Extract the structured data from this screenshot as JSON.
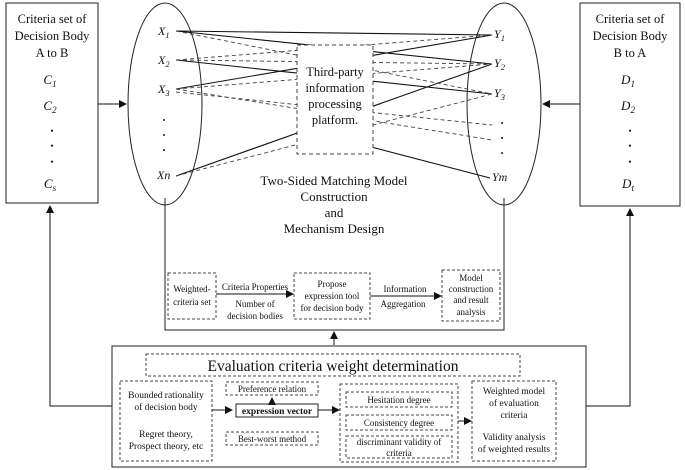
{
  "left_box": {
    "title_lines": [
      "Criteria set of",
      "Decision Body",
      "A to B"
    ],
    "items": [
      "C",
      "C",
      "C"
    ],
    "item_subs": [
      "1",
      "2",
      "s"
    ],
    "dots": [
      "•",
      "•",
      "•"
    ]
  },
  "right_box": {
    "title_lines": [
      "Criteria set of",
      "Decision Body",
      "B to A"
    ],
    "items": [
      "D",
      "D",
      "D"
    ],
    "item_subs": [
      "1",
      "2",
      "t"
    ],
    "dots": [
      "•",
      "•",
      "•"
    ]
  },
  "left_ellipse": {
    "nodes": [
      "X",
      "X",
      "X"
    ],
    "node_subs": [
      "1",
      "2",
      "3"
    ],
    "dots": [
      "•",
      "•",
      "•"
    ],
    "last": "Xn"
  },
  "right_ellipse": {
    "nodes": [
      "Y",
      "Y",
      "Y"
    ],
    "node_subs": [
      "1",
      "2",
      "3"
    ],
    "dots": [
      "•",
      "•",
      "•"
    ],
    "last": "Ym"
  },
  "platform": {
    "lines": [
      "Third-party",
      "information",
      "processing",
      "platform."
    ]
  },
  "model": {
    "title_lines": [
      "Two-Sided Matching Model",
      "Construction",
      "and",
      "Mechanism Design"
    ]
  },
  "flow": {
    "weighted_set": [
      "Weighted-",
      "criteria set"
    ],
    "criteria_properties": "Criteria Properties",
    "num_bodies": [
      "Number of",
      "decision bodies"
    ],
    "propose": [
      "Propose",
      "expression tool",
      "for decision body"
    ],
    "info_agg": [
      "Information",
      "Aggregation"
    ],
    "model_box": [
      "Model",
      "construction",
      "and result",
      "analysis"
    ]
  },
  "evaluation": {
    "title": "Evaluation criteria weight determination",
    "bounded": [
      "Bounded rationality",
      "of decision body"
    ],
    "regret": [
      "Regret theory,",
      "Prospect theory, etc"
    ],
    "preference": "Preference relation",
    "expression_vector": "expression vector",
    "best_worst": "Best-worst method",
    "hesitation": "Hesitation degree",
    "consistency": "Consistency degree",
    "discriminant": [
      "discriminant validity of",
      "criteria"
    ],
    "weighted_model": [
      "Weighted model",
      "of evaluation",
      "criteria"
    ],
    "validity": [
      "Validity analysis",
      "of weighted results"
    ]
  }
}
